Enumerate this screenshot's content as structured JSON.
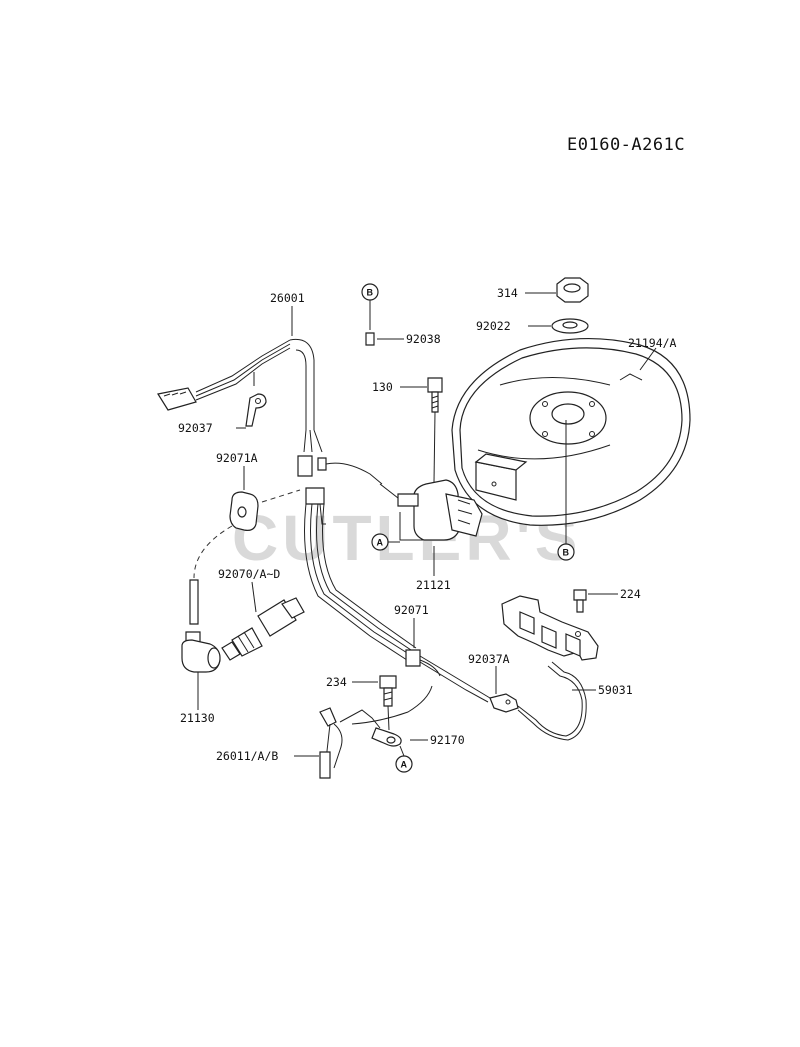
{
  "diagram": {
    "code": "E0160-A261C",
    "watermark": "CUTLER'S",
    "labels": {
      "p26001": "26001",
      "p92037": "92037",
      "p92071A": "92071A",
      "p92070": "92070/A~D",
      "p21130": "21130",
      "p92038": "92038",
      "p130": "130",
      "p21121": "21121",
      "p92071": "92071",
      "p92037A": "92037A",
      "p234": "234",
      "p92170": "92170",
      "p26011": "26011/A/B",
      "p314": "314",
      "p92022": "92022",
      "p21194": "21194/A",
      "p224": "224",
      "p59031": "59031"
    },
    "callouts": {
      "b_top": "B",
      "b_flywheel": "B",
      "a_coil": "A",
      "a_ground": "A"
    }
  }
}
